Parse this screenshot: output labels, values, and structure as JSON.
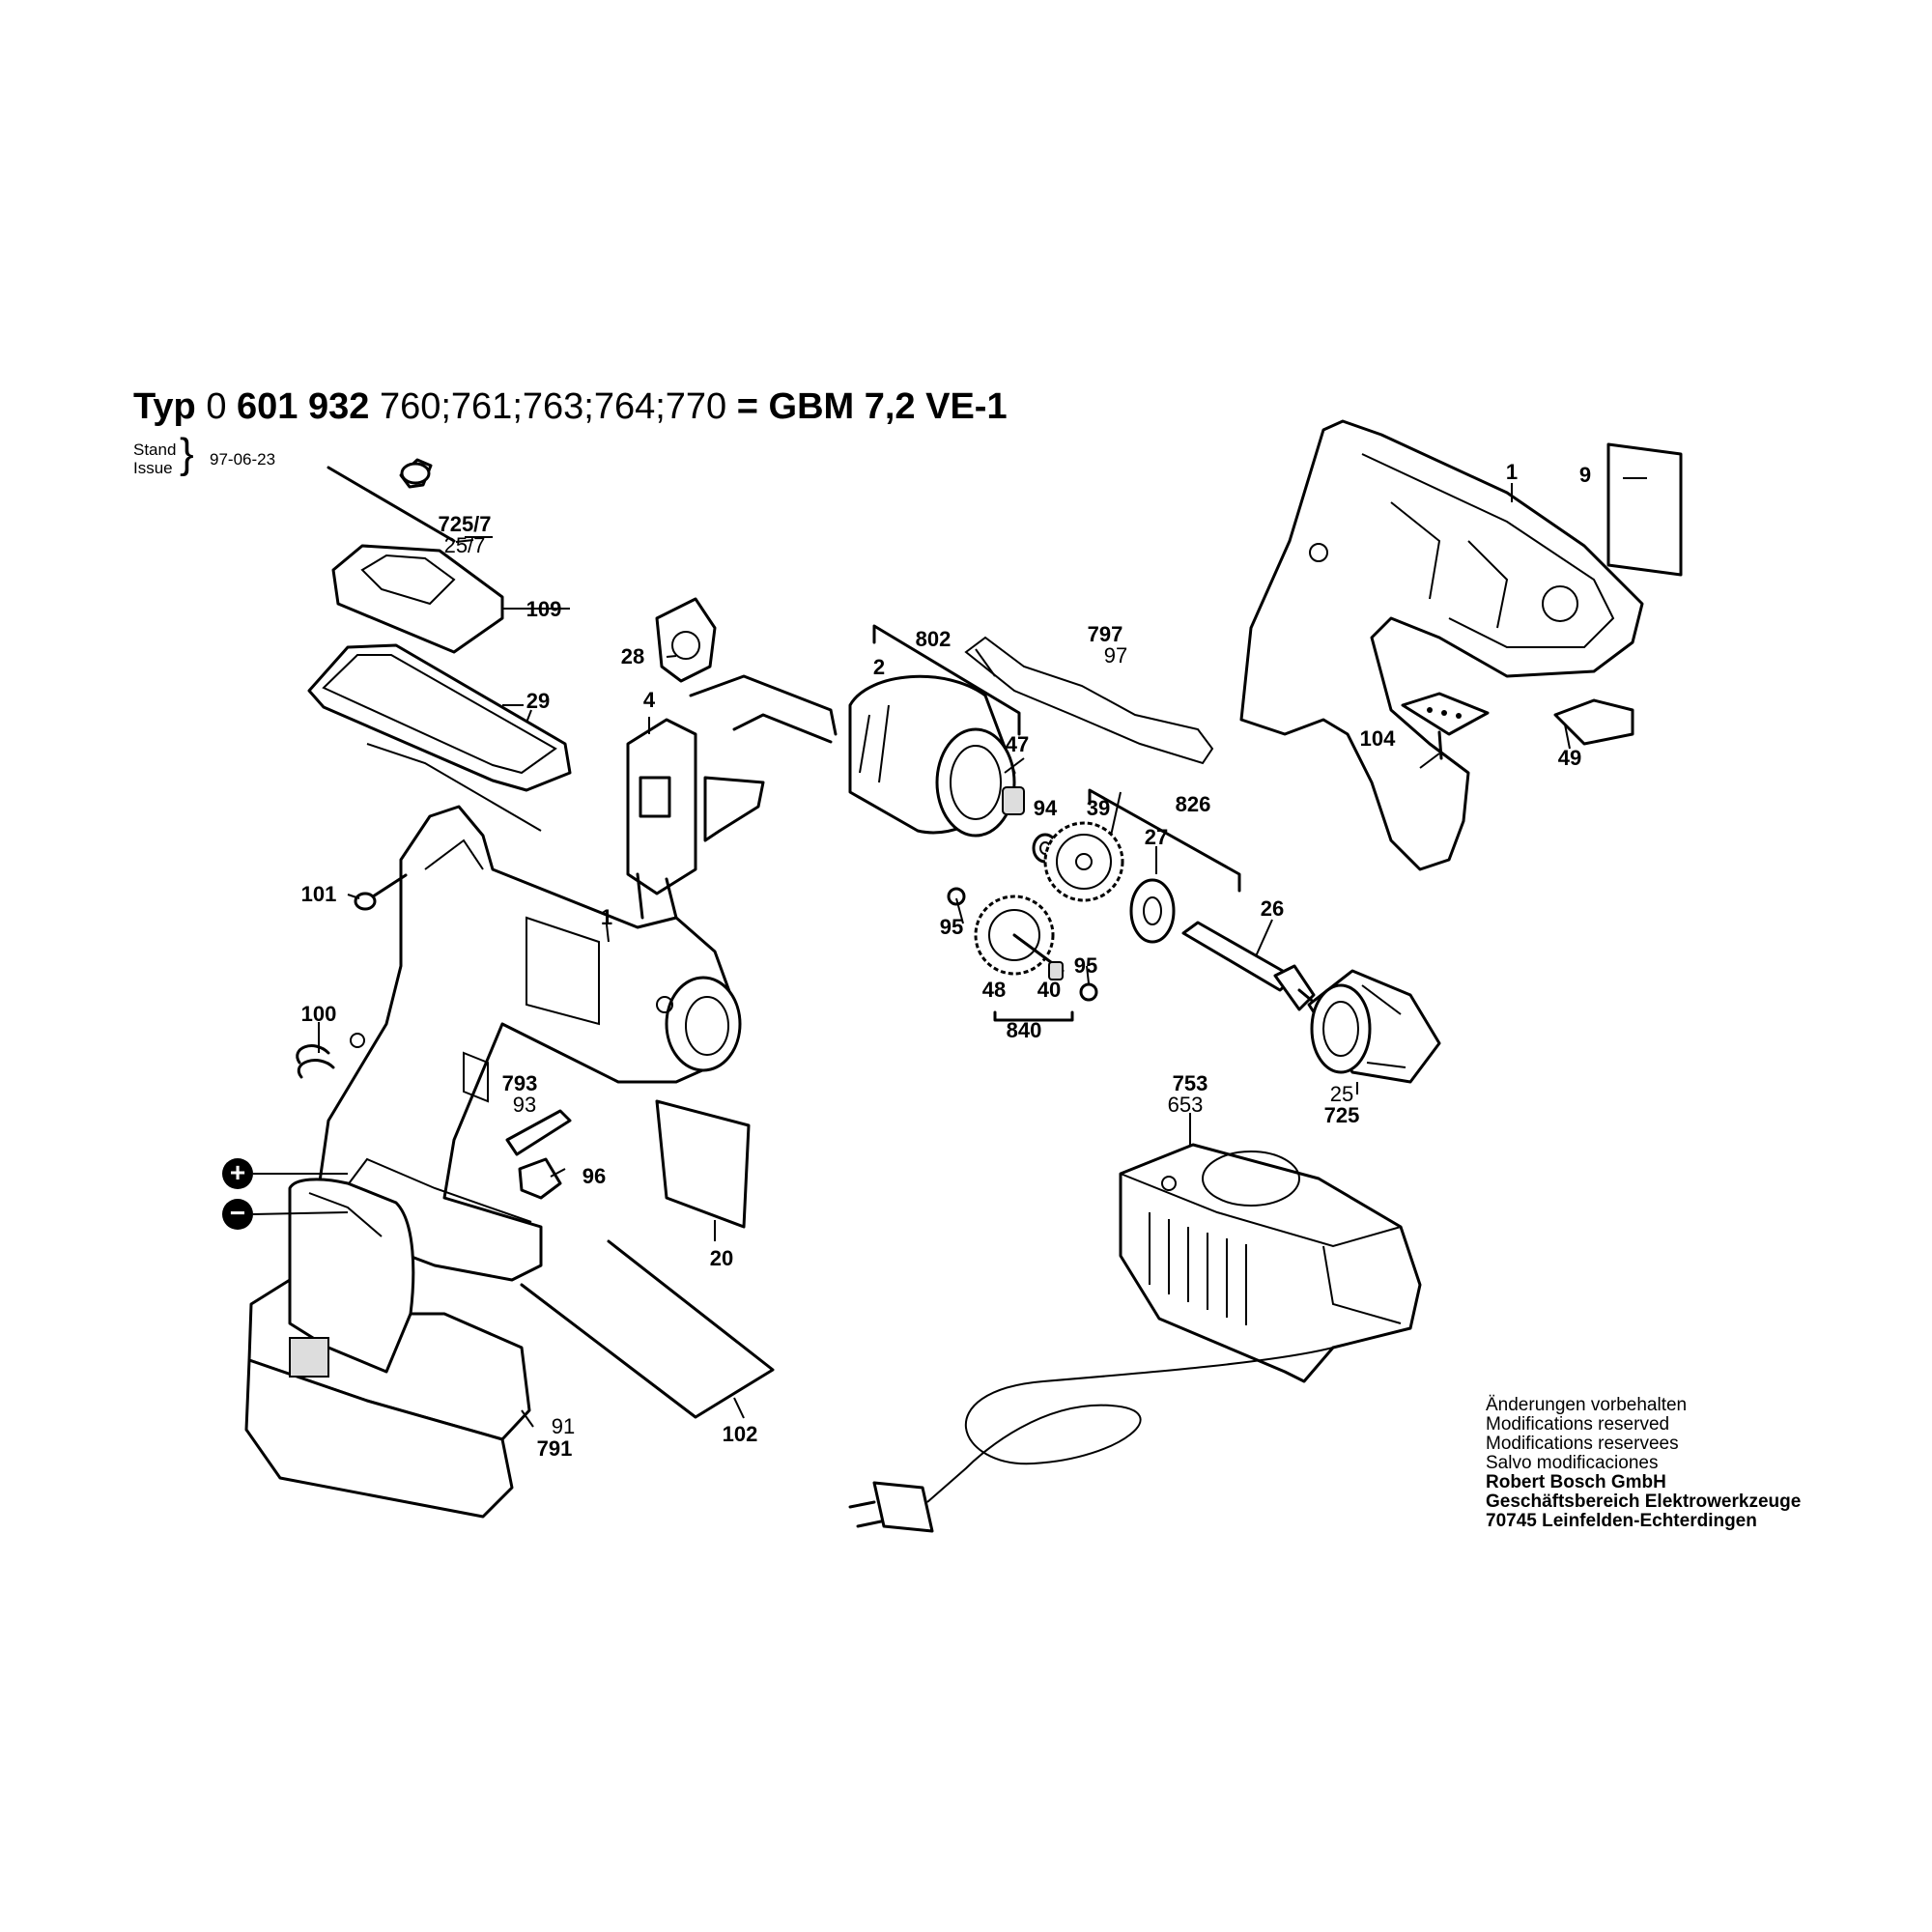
{
  "header": {
    "typ_label": "Typ",
    "number_plain_1": "0",
    "number_bold_1": "601",
    "number_bold_2": "932",
    "variants": "760;761;763;764;770",
    "equals_model": "= GBM 7,2 VE-1",
    "stand_label": "Stand",
    "issue_label": "Issue",
    "brace": "}",
    "date": "97-06-23"
  },
  "labels": {
    "l_725_7": "725/7",
    "l_25_7": "25/7",
    "l_109": "109",
    "l_29": "29",
    "l_28": "28",
    "l_4": "4",
    "l_802": "802",
    "l_2": "2",
    "l_47": "47",
    "l_797": "797",
    "l_97": "97",
    "l_1_top": "1",
    "l_9": "9",
    "l_104": "104",
    "l_49": "49",
    "l_94": "94",
    "l_39": "39",
    "l_826": "826",
    "l_27": "27",
    "l_26": "26",
    "l_95_a": "95",
    "l_48": "48",
    "l_40": "40",
    "l_95_b": "95",
    "l_840": "840",
    "l_101": "101",
    "l_1_housing": "1",
    "l_100": "100",
    "l_793": "793",
    "l_93": "93",
    "l_96": "96",
    "l_20": "20",
    "l_25": "25",
    "l_725": "725",
    "l_753": "753",
    "l_653": "653",
    "l_91": "91",
    "l_791": "791",
    "l_102": "102"
  },
  "battery_terminals": {
    "plus": "+",
    "minus": "−"
  },
  "notes": {
    "line1": "Änderungen vorbehalten",
    "line2": "Modifications reserved",
    "line3": "Modifications reservees",
    "line4": "Salvo modificaciones",
    "company": "Robert Bosch GmbH",
    "division": "Geschäftsbereich Elektrowerkzeuge",
    "address": "70745 Leinfelden-Echterdingen"
  }
}
